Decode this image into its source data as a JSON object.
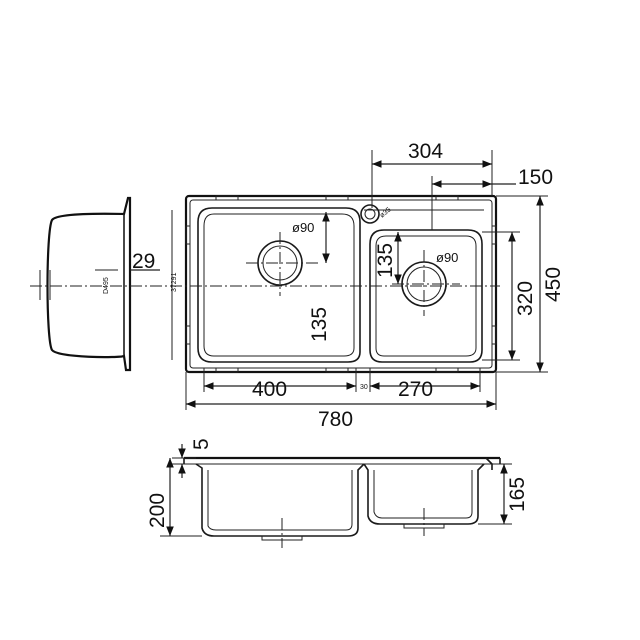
{
  "dimensions": {
    "total_length": "780",
    "total_width": "450",
    "big_bowl_width": "400",
    "small_bowl_width": "270",
    "offset_top": "304",
    "offset_right": "150",
    "small_bowl_depth_dim": "320",
    "drain_to_edge_big": "135",
    "drain_to_edge_small": "135",
    "drain_diameter_big": "ø90",
    "drain_diameter_small": "ø90",
    "tap_hole": "ø35",
    "gap": "30",
    "side_flange": "29",
    "rim_thickness": "5",
    "bowl_depth_big": "200",
    "bowl_depth_small": "165",
    "side_note_left": "D495",
    "side_note_mid": "37291"
  }
}
